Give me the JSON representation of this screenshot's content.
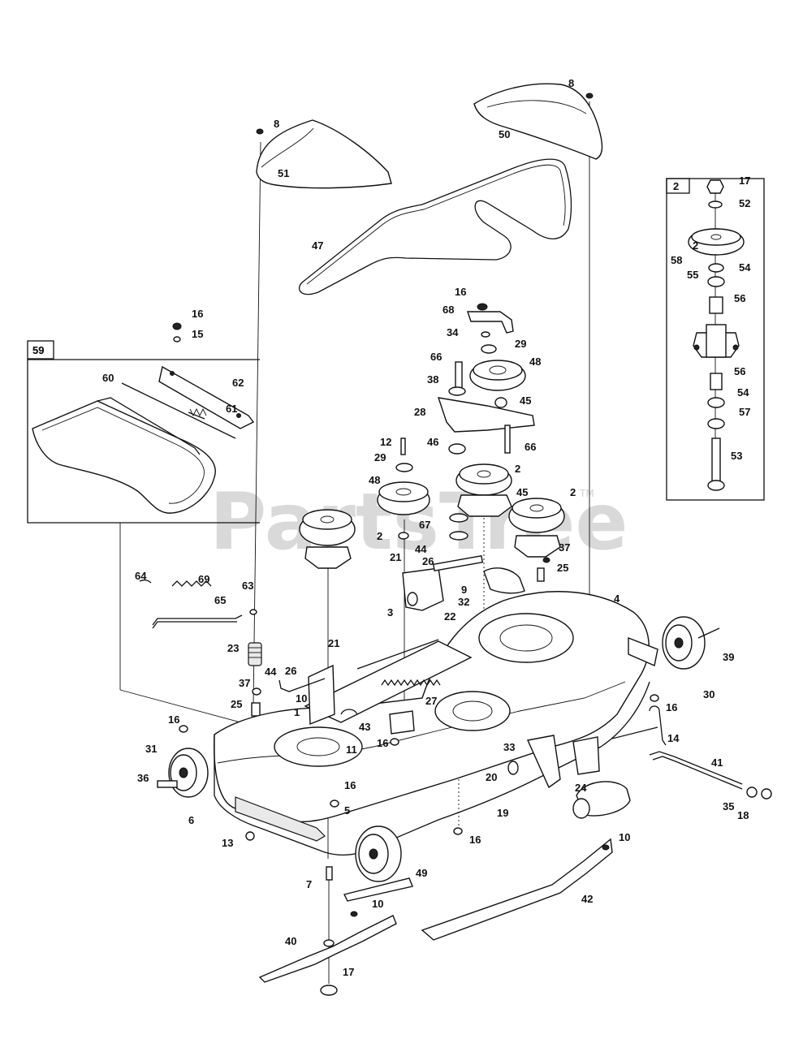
{
  "watermark": {
    "text": "PartsTree",
    "trademark": "TM"
  },
  "insets": {
    "spindle_assembly_label": "2",
    "baffle_assembly_label": "59"
  },
  "callouts": [
    "8",
    "8",
    "50",
    "51",
    "47",
    "2",
    "17",
    "52",
    "58",
    "55",
    "54",
    "56",
    "56",
    "54",
    "57",
    "53",
    "16",
    "68",
    "34",
    "29",
    "66",
    "38",
    "48",
    "45",
    "28",
    "46",
    "66",
    "16",
    "15",
    "59",
    "60",
    "62",
    "61",
    "12",
    "29",
    "2",
    "48",
    "45",
    "2",
    "67",
    "2",
    "37",
    "25",
    "64",
    "69",
    "63",
    "65",
    "21",
    "26",
    "44",
    "9",
    "32",
    "3",
    "22",
    "4",
    "23",
    "21",
    "37",
    "44",
    "26",
    "10",
    "1",
    "25",
    "43",
    "27",
    "39",
    "30",
    "16",
    "14",
    "16",
    "31",
    "11",
    "16",
    "33",
    "36",
    "20",
    "41",
    "16",
    "6",
    "5",
    "24",
    "35",
    "18",
    "19",
    "13",
    "16",
    "10",
    "7",
    "49",
    "42",
    "10",
    "40",
    "17"
  ]
}
